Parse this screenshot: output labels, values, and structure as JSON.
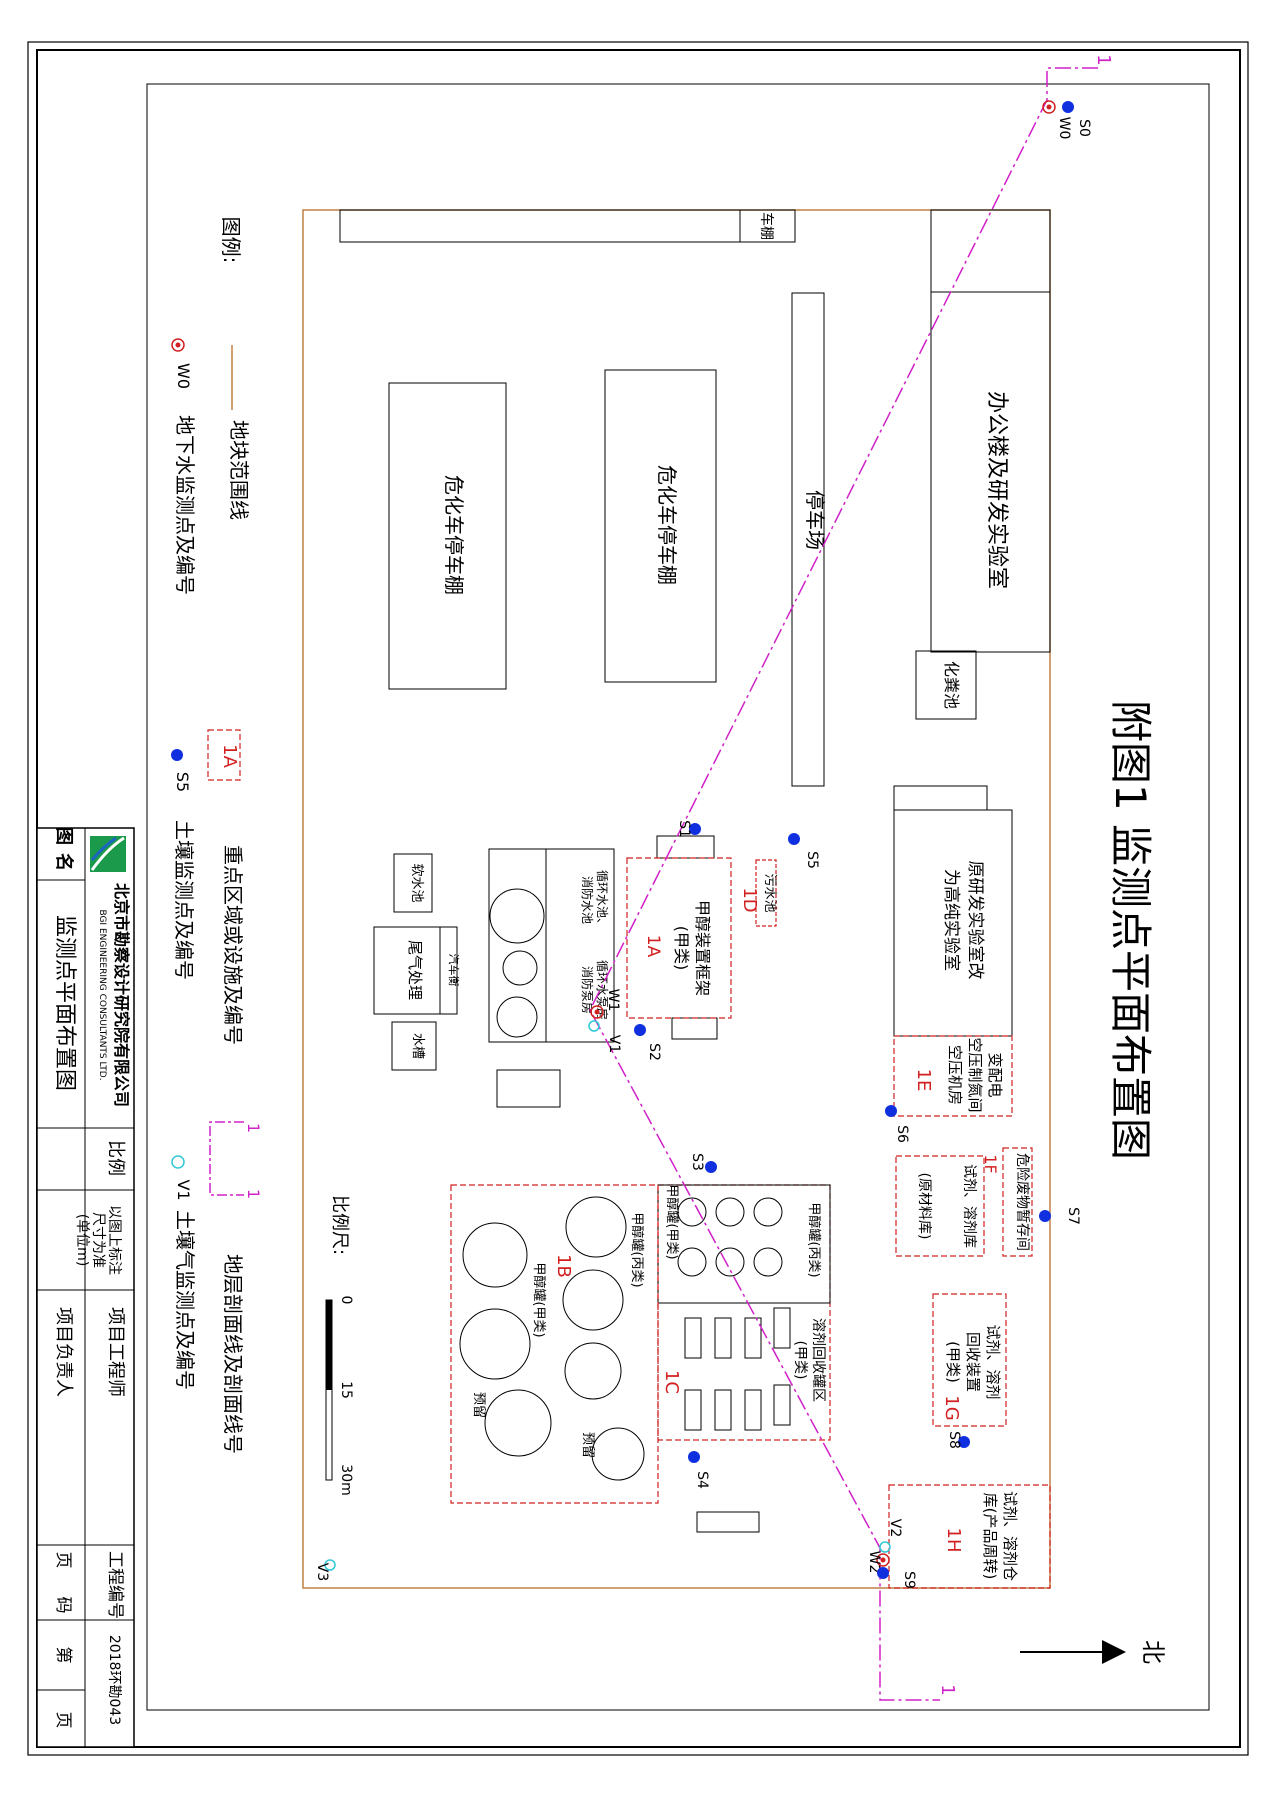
{
  "title": "附图1 监测点平面布置图",
  "north": "北",
  "scale_bar": {
    "label": "比例尺:",
    "ticks": [
      "0",
      "15",
      "30m"
    ]
  },
  "buildings": {
    "carport": "车棚",
    "office": "办公楼及研发实验室",
    "parking": "停车场",
    "haz_parking_1": "危化车停车棚",
    "haz_parking_2": "危化车停车棚",
    "septic": "化粪池",
    "lab_1": "原研发实验室改",
    "lab_2": "为高纯实验室",
    "substation_1": "变配电",
    "substation_2": "空压制氮间",
    "substation_3": "空压机房",
    "hazwaste": "危险废物暂存间",
    "reagent_1f_1": "试剂、溶剂库",
    "reagent_1f_2": "(原材料库)",
    "recovery_1g_1": "试剂、溶剂",
    "recovery_1g_2": "回收装置",
    "recovery_1g_3": "(甲类)",
    "storage_1h_1": "试剂、溶剂仓",
    "storage_1h_2": "库(产品周转)",
    "frame_1": "甲醇装置框架",
    "frame_2": "(甲类)",
    "sewage": "污水池",
    "circ_1": "循环水池、",
    "circ_2": "消防水池",
    "pump": "循环水泵房",
    "pump_2": "消防泵房",
    "water_pool": "软水池",
    "exhaust_1": "尾气处理",
    "exhaust_2": "汽车衡",
    "water_tank": "水槽",
    "tank_1c_1": "溶剂回收罐区",
    "tank_1c_2": "(甲类)",
    "tank_a": "甲醇罐(丙类)",
    "tank_b": "甲醇罐(甲类)",
    "tank_c": "甲醇罐(丙类)",
    "tank_d": "甲醇罐(甲类)",
    "reserve_1": "预留",
    "reserve_2": "预留"
  },
  "zones": [
    "1A",
    "1B",
    "1C",
    "1D",
    "1E",
    "1F",
    "1G",
    "1H"
  ],
  "points": {
    "S0": "S0",
    "W0": "W0",
    "S1": "S1",
    "S2": "S2",
    "S3": "S3",
    "S4": "S4",
    "S5": "S5",
    "S6": "S6",
    "S7": "S7",
    "S8": "S8",
    "S9": "S9",
    "W1": "W1",
    "W2": "W2",
    "V1": "V1",
    "V2": "V2",
    "V3": "V3"
  },
  "section_marks": [
    "1",
    "1"
  ],
  "legend": {
    "title": "图例:",
    "boundary": "地块范围线",
    "groundwater_sym": "W0",
    "groundwater": "地下水监测点及编号",
    "zone_sym": "1A",
    "zone": "重点区域或设施及编号",
    "soil_sym": "S5",
    "soil": "土壤监测点及编号",
    "section_sym": "1",
    "section": "地层剖面线及剖面线号",
    "gas_sym": "V1",
    "gas": "土壤气监测点及编号"
  },
  "title_block": {
    "company_cn": "北京市勘察设计研究院有限公司",
    "company_en": "BGI ENGINEERING CONSULTANTS LTD.",
    "drawing_name_label": "图名",
    "drawing_name": "监测点平面布置图",
    "scale_label": "比例",
    "scale_value_1": "以图上标注",
    "scale_value_2": "尺寸为准",
    "scale_value_3": "(单位m)",
    "engineer_label": "项目工程师",
    "manager_label": "项目负责人",
    "project_no_label": "工程编号",
    "project_no": "2018环勘043",
    "page_label_1": "页",
    "page_label_2": "码",
    "page_label_3": "第",
    "page_label_4": "页"
  },
  "colors": {
    "zone": "#d22020",
    "section": "#d020c8",
    "soil": "#1030e0",
    "gas": "#30c8d8",
    "boundary": "#c08040"
  }
}
